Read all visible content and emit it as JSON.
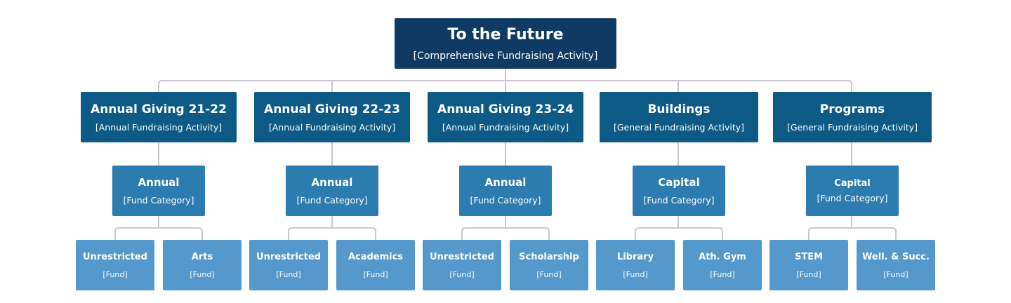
{
  "root": {
    "title": "To the Future",
    "subtitle": "[Comprehensive Fundraising Activity]"
  },
  "activities": [
    {
      "title": "Annual Giving 21-22",
      "subtitle": "[Annual Fundraising Activity]",
      "category": {
        "title": "Annual",
        "subtitle": "[Fund Category]"
      },
      "funds": [
        {
          "title": "Unrestricted",
          "subtitle": "[Fund]"
        },
        {
          "title": "Arts",
          "subtitle": "[Fund]"
        }
      ]
    },
    {
      "title": "Annual Giving 22-23",
      "subtitle": "[Annual Fundraising Activity]",
      "category": {
        "title": "Annual",
        "subtitle": "[Fund Category]"
      },
      "funds": [
        {
          "title": "Unrestricted",
          "subtitle": "[Fund]"
        },
        {
          "title": "Academics",
          "subtitle": "[Fund]"
        }
      ]
    },
    {
      "title": "Annual Giving 23-24",
      "subtitle": "[Annual Fundraising Activity]",
      "category": {
        "title": "Annual",
        "subtitle": "[Fund Category]"
      },
      "funds": [
        {
          "title": "Unrestricted",
          "subtitle": "[Fund]"
        },
        {
          "title": "Scholarship",
          "subtitle": "[Fund]"
        }
      ]
    },
    {
      "title": "Buildings",
      "subtitle": "[General Fundraising Activity]",
      "category": {
        "title": "Capital",
        "subtitle": "[Fund Category]"
      },
      "funds": [
        {
          "title": "Library",
          "subtitle": "[Fund]"
        },
        {
          "title": "Ath. Gym",
          "subtitle": "[Fund]"
        }
      ]
    },
    {
      "title": "Programs",
      "subtitle": "[General Fundraising Activity]",
      "category": {
        "title": "Capital",
        "subtitle": "[Fund Category]"
      },
      "funds": [
        {
          "title": "STEM",
          "subtitle": "[Fund]"
        },
        {
          "title": "Well. & Succ.",
          "subtitle": "[Fund]"
        }
      ]
    }
  ],
  "colors": {
    "root": "#0e3a63",
    "activity": "#0d5a87",
    "category": "#2c7cb0",
    "fund": "#5598cb",
    "connector": "#c8c8cc"
  }
}
